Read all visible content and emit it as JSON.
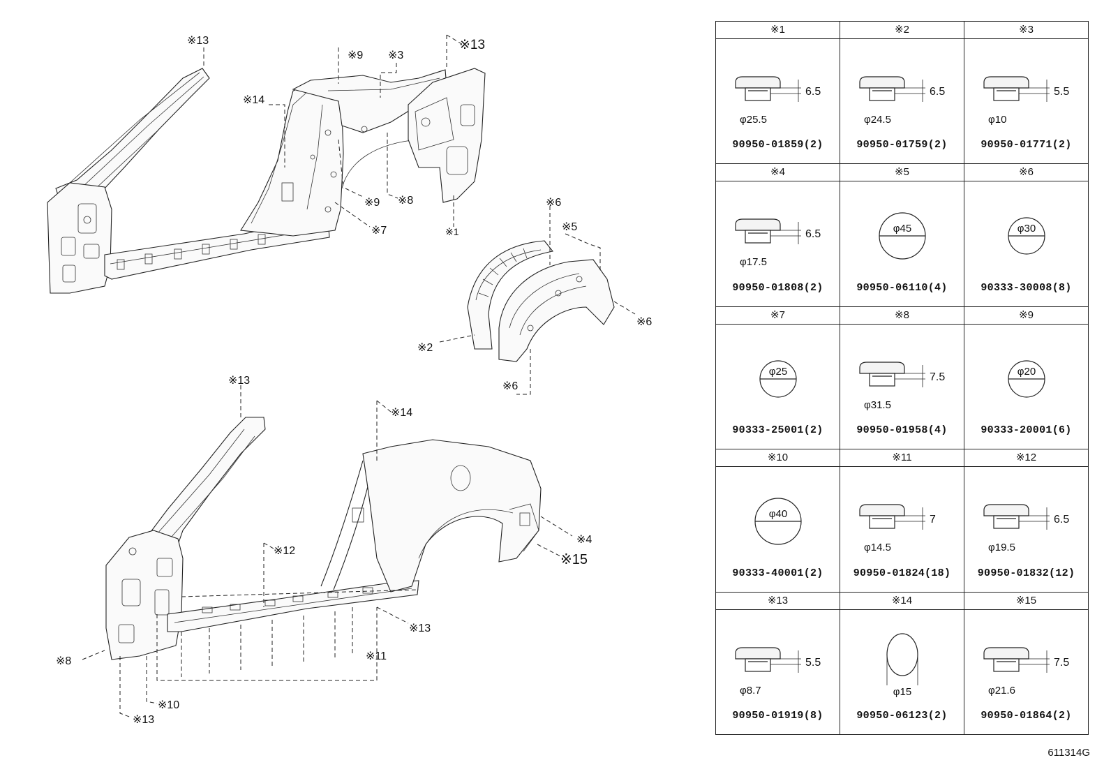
{
  "figure_code": "611314G",
  "callouts": [
    "※13",
    "※9",
    "※3",
    "※13",
    "※14",
    "※9",
    "※8",
    "※7",
    "※1",
    "※6",
    "※5",
    "※6",
    "※2",
    "※6",
    "※13",
    "※14",
    "※12",
    "※4",
    "※15",
    "※13",
    "※11",
    "※8",
    "※10",
    "※13"
  ],
  "plugs": [
    {
      "mark": "※1",
      "part": "90950-01859(2)",
      "shape": "plug",
      "height": "6.5",
      "diameter": "φ25.5"
    },
    {
      "mark": "※2",
      "part": "90950-01759(2)",
      "shape": "plug",
      "height": "6.5",
      "diameter": "φ24.5"
    },
    {
      "mark": "※3",
      "part": "90950-01771(2)",
      "shape": "plug",
      "height": "5.5",
      "diameter": "φ10"
    },
    {
      "mark": "※4",
      "part": "90950-01808(2)",
      "shape": "plug",
      "height": "6.5",
      "diameter": "φ17.5"
    },
    {
      "mark": "※5",
      "part": "90950-06110(4)",
      "shape": "disc",
      "diameter": "φ45"
    },
    {
      "mark": "※6",
      "part": "90333-30008(8)",
      "shape": "disc",
      "diameter": "φ30"
    },
    {
      "mark": "※7",
      "part": "90333-25001(2)",
      "shape": "disc",
      "diameter": "φ25"
    },
    {
      "mark": "※8",
      "part": "90950-01958(4)",
      "shape": "plug",
      "height": "7.5",
      "diameter": "φ31.5"
    },
    {
      "mark": "※9",
      "part": "90333-20001(6)",
      "shape": "disc",
      "diameter": "φ20"
    },
    {
      "mark": "※10",
      "part": "90333-40001(2)",
      "shape": "disc",
      "diameter": "φ40"
    },
    {
      "mark": "※11",
      "part": "90950-01824(18)",
      "shape": "plug",
      "height": "7",
      "diameter": "φ14.5"
    },
    {
      "mark": "※12",
      "part": "90950-01832(12)",
      "shape": "plug",
      "height": "6.5",
      "diameter": "φ19.5"
    },
    {
      "mark": "※13",
      "part": "90950-01919(8)",
      "shape": "plug",
      "height": "5.5",
      "diameter": "φ8.7"
    },
    {
      "mark": "※14",
      "part": "90950-06123(2)",
      "shape": "tape",
      "diameter": "φ15"
    },
    {
      "mark": "※15",
      "part": "90950-01864(2)",
      "shape": "plug",
      "height": "7.5",
      "diameter": "φ21.6"
    }
  ]
}
